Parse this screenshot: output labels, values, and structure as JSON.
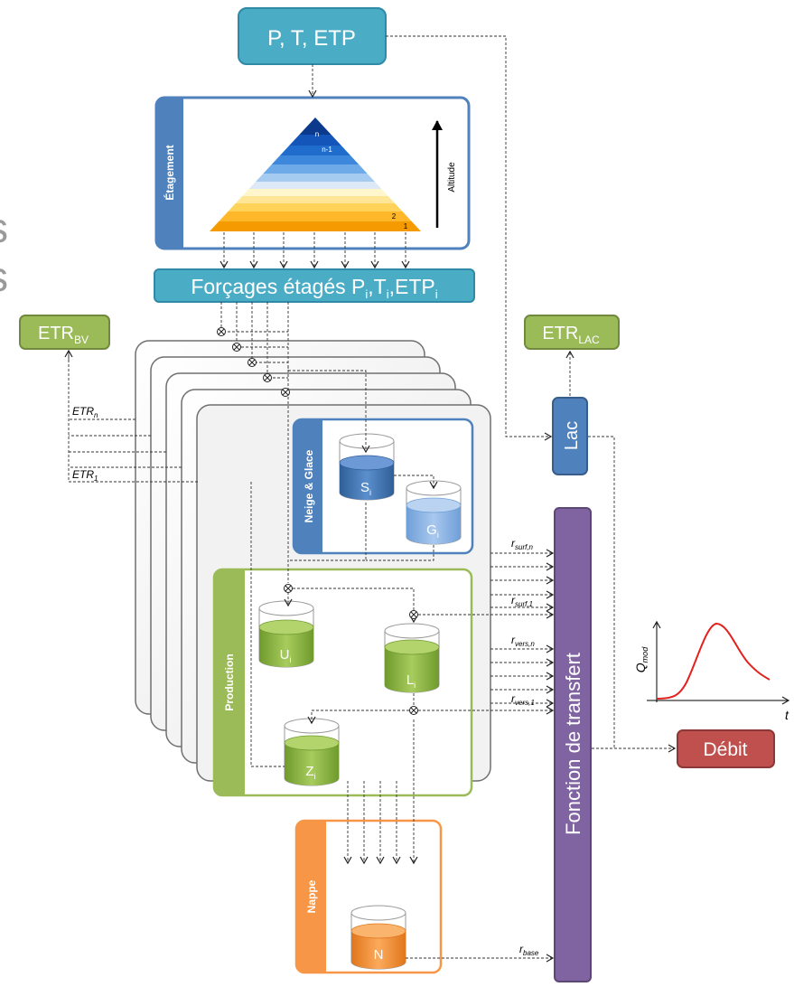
{
  "inputs": {
    "main": "P, T, ETP"
  },
  "etagement": {
    "title": "Étagement",
    "top_label": "n",
    "second_label": "n-1",
    "low_label": "2",
    "bottom_label": "1",
    "axis_label": "Altitude"
  },
  "forcages": {
    "main": "Forçages étagés P",
    "sub1": "i",
    "sep1": ",T",
    "sub2": "i",
    "sep2": ",ETP",
    "sub3": "i"
  },
  "etr_bv": {
    "main": "ETR",
    "sub": "BV"
  },
  "etr_lac": {
    "main": "ETR",
    "sub": "LAC"
  },
  "etr_n": {
    "main": "ETR",
    "sub": "n"
  },
  "etr_1": {
    "main": "ETR",
    "sub": "1"
  },
  "lac": "Lac",
  "neige": {
    "title": "Neige & Glace",
    "s": {
      "main": "S",
      "sub": "i"
    },
    "g": {
      "main": "G",
      "sub": "i"
    }
  },
  "production": {
    "title": "Production",
    "u": {
      "main": "U",
      "sub": "i"
    },
    "l": {
      "main": "L",
      "sub": "i"
    },
    "z": {
      "main": "Z",
      "sub": "i"
    }
  },
  "nappe": {
    "title": "Nappe",
    "n": "N"
  },
  "transfer": "Fonction de transfert",
  "flows": {
    "rsurf_n": {
      "main": "r",
      "sub": "surf,n"
    },
    "rsurf_1": {
      "main": "r",
      "sub": "surf,1"
    },
    "rvers_n": {
      "main": "r",
      "sub": "vers,n"
    },
    "rvers_1": {
      "main": "r",
      "sub": "vers,1"
    },
    "rbase": {
      "main": "r",
      "sub": "base"
    }
  },
  "hydrograph": {
    "ylabel_main": "Q",
    "ylabel_sub": "mod",
    "xlabel": "t"
  },
  "debit": "Débit",
  "left_edge_glyphs": [
    "s",
    "s"
  ],
  "colors": {
    "teal": "#4bacc6",
    "blue": "#4f81bd",
    "green": "#9bbb59",
    "orange": "#f79646",
    "purple": "#8064a2",
    "red": "#c0504d",
    "hydro_curve": "#e3201b"
  }
}
